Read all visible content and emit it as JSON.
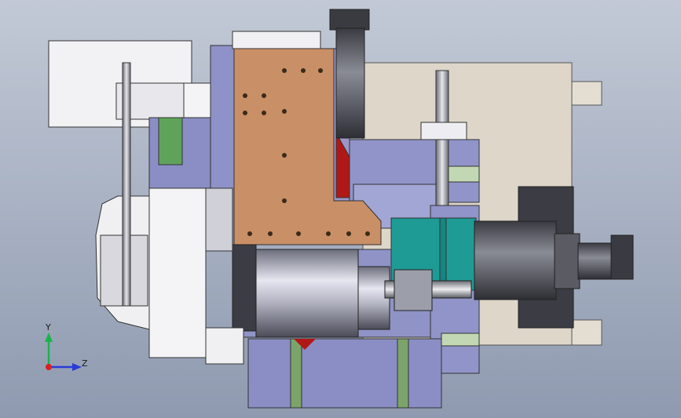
{
  "triad": {
    "y_label": "Y",
    "z_label": "Z",
    "y_color": "#1ab34a",
    "z_color": "#2a3bd6",
    "x_color": "#d92020"
  },
  "colors": {
    "background_top": "#c2c9d6",
    "background_bottom": "#8f9ab0",
    "copper_plate": "#c98f66",
    "purple_body": "#8a8ec4",
    "teal_block": "#1f9b96",
    "cream_block": "#ddd6c9",
    "dark_motor": "#505258",
    "red_part": "#b01818",
    "green_rail": "#7ca46a"
  },
  "parts": [
    "left-bracket-block",
    "copper-plate",
    "purple-main-body",
    "spindle-cylinder",
    "teal-coupling-block",
    "servo-motor",
    "cream-back-block",
    "threaded-rod",
    "guide-rod",
    "slide-base"
  ]
}
